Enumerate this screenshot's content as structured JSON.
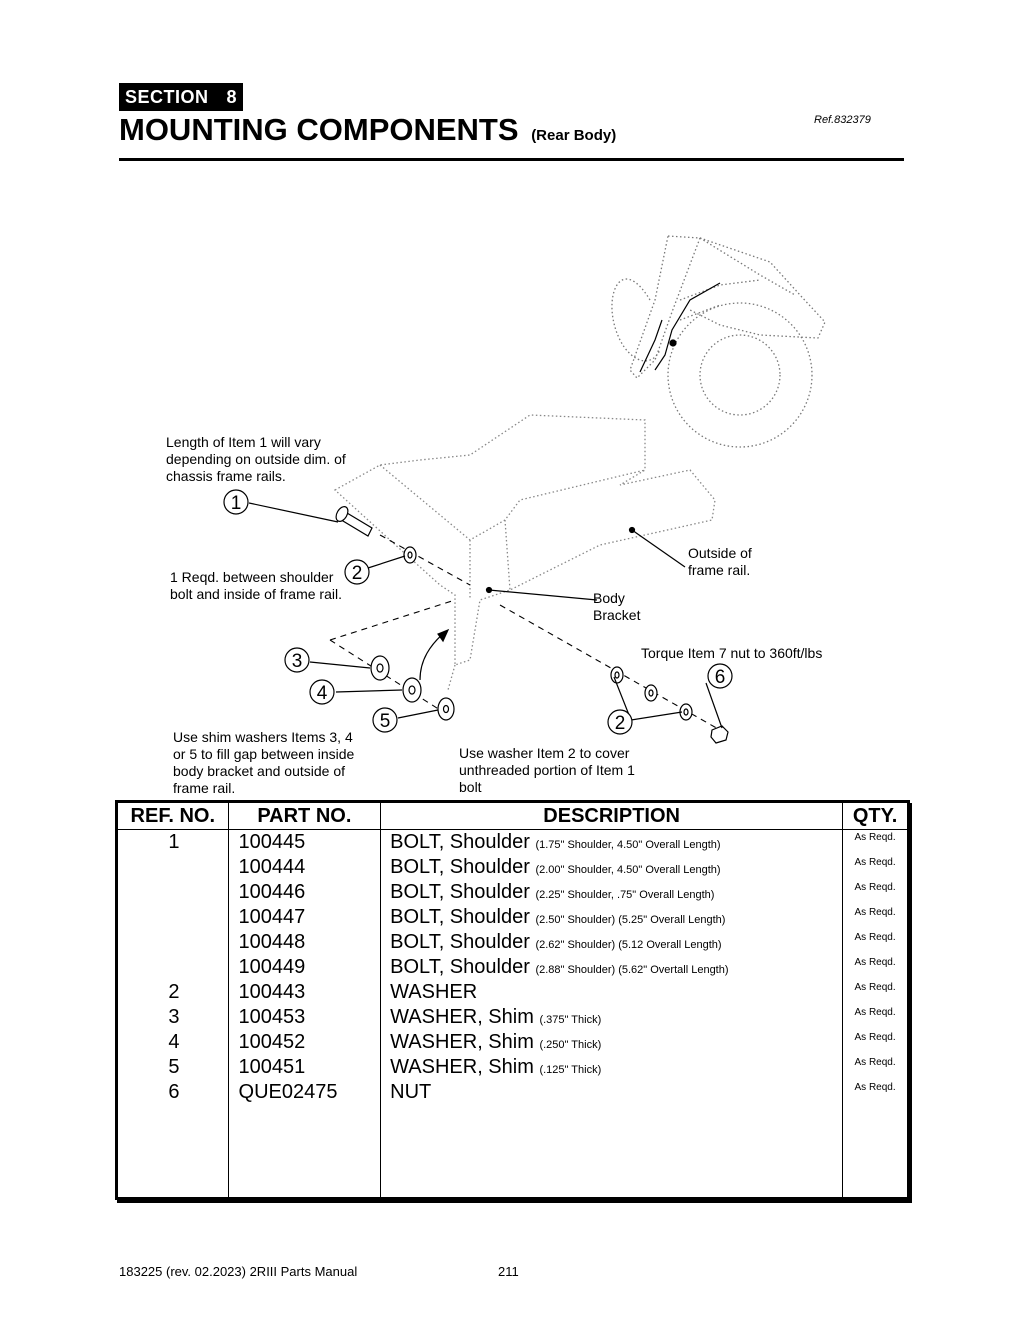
{
  "header": {
    "section_label": "SECTION",
    "section_number": "8",
    "title": "MOUNTING COMPONENTS",
    "title_sub": "(Rear Body)",
    "ref": "Ref.832379"
  },
  "diagram": {
    "notes": {
      "length": [
        "Length of Item 1 will vary",
        "depending on outside dim. of",
        "chassis frame rails."
      ],
      "reqd": [
        "1 Reqd. between shoulder",
        "bolt and inside of frame rail."
      ],
      "outside": [
        "Outside of",
        "frame rail."
      ],
      "body_bracket": [
        "Body",
        "Bracket"
      ],
      "torque": "Torque Item 7 nut to 360ft/lbs",
      "shim": [
        "Use shim washers Items 3, 4",
        "or 5 to fill gap between inside",
        "body bracket and outside of",
        "frame rail."
      ],
      "washer": [
        "Use washer Item 2 to cover",
        "unthreaded portion of Item 1",
        "bolt"
      ]
    },
    "callouts": [
      "1",
      "2",
      "3",
      "4",
      "5",
      "2",
      "6"
    ]
  },
  "table": {
    "headers": [
      "REF. NO.",
      "PART NO.",
      "DESCRIPTION",
      "QTY."
    ],
    "rows": [
      {
        "ref": "1",
        "part": "100445",
        "desc": "BOLT, Shoulder",
        "desc_small": "(1.75\" Shoulder, 4.50\" Overall Length)",
        "qty": "As Reqd."
      },
      {
        "ref": "",
        "part": "100444",
        "desc": "BOLT, Shoulder",
        "desc_small": "(2.00\" Shoulder, 4.50\" Overall Length)",
        "qty": "As Reqd."
      },
      {
        "ref": "",
        "part": "100446",
        "desc": "BOLT, Shoulder",
        "desc_small": "(2.25\" Shoulder, .75\"  Overall Length)",
        "qty": "As Reqd."
      },
      {
        "ref": "",
        "part": "100447",
        "desc": "BOLT, Shoulder",
        "desc_small": "(2.50\" Shoulder) (5.25\" Overall Length)",
        "qty": "As Reqd."
      },
      {
        "ref": "",
        "part": "100448",
        "desc": "BOLT, Shoulder",
        "desc_small": "(2.62\" Shoulder) (5.12 Overall Length)",
        "qty": "As Reqd."
      },
      {
        "ref": "",
        "part": "100449",
        "desc": "BOLT, Shoulder",
        "desc_small": "(2.88\" Shoulder) (5.62\" Overtall Length)",
        "qty": "As Reqd."
      },
      {
        "ref": "2",
        "part": "100443",
        "desc": "WASHER",
        "desc_small": "",
        "qty": "As Reqd."
      },
      {
        "ref": "3",
        "part": "100453",
        "desc": "WASHER, Shim",
        "desc_small": "(.375\" Thick)",
        "qty": "As Reqd."
      },
      {
        "ref": "4",
        "part": "100452",
        "desc": "WASHER, Shim",
        "desc_small": "(.250\" Thick)",
        "qty": "As Reqd."
      },
      {
        "ref": "5",
        "part": "100451",
        "desc": "WASHER, Shim",
        "desc_small": "(.125\" Thick)",
        "qty": "As Reqd."
      },
      {
        "ref": "6",
        "part": "QUE02475",
        "desc": "NUT",
        "desc_small": "",
        "qty": "As Reqd."
      }
    ]
  },
  "footer": {
    "doc": "183225  (rev. 02.2023) 2RIII Parts Manual",
    "page": "211"
  }
}
